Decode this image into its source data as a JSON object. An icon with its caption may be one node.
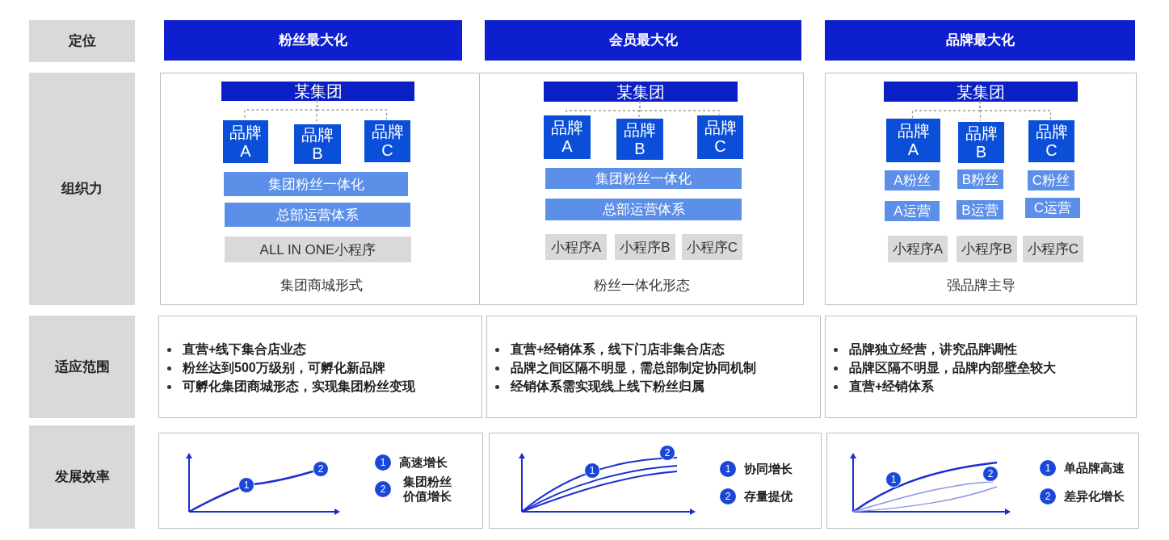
{
  "diagram": {
    "nodes": [
      {
        "text": [
          "定位"
        ]
      },
      {
        "text": [
          "粉丝最大化"
        ]
      },
      {
        "text": [
          "会员最大化"
        ]
      },
      {
        "text": [
          "品牌最大化"
        ]
      },
      {
        "text": [
          "组织力"
        ]
      },
      {
        "text": [
          "集团商城形式"
        ]
      },
      {
        "text": [
          "某集团"
        ],
        "in": 5
      },
      {
        "text": [
          "品牌 A"
        ],
        "in": 5
      },
      {
        "text": [
          "品牌 B"
        ],
        "in": 5
      },
      {
        "text": [
          "品牌 C"
        ],
        "in": 5
      },
      {
        "text": [
          "集团粉丝一体化"
        ],
        "in": 5
      },
      {
        "text": [
          "总部运营体系"
        ],
        "in": 5
      },
      {
        "text": [
          "ALL IN ONE小程序"
        ],
        "in": 5
      },
      {
        "text": [
          "粉丝一体化形态"
        ]
      },
      {
        "text": [
          "某集团"
        ],
        "in": 13
      },
      {
        "text": [
          "品牌 A"
        ],
        "in": 13
      },
      {
        "text": [
          "品牌 B"
        ],
        "in": 13
      },
      {
        "text": [
          "品牌 C"
        ],
        "in": 13
      },
      {
        "text": [
          "集团粉丝一体化"
        ],
        "in": 13
      },
      {
        "text": [
          "总部运营体系"
        ],
        "in": 13
      },
      {
        "text": [
          "小程序A"
        ],
        "in": 13
      },
      {
        "text": [
          "小程序B"
        ],
        "in": 13
      },
      {
        "text": [
          "小程序C"
        ],
        "in": 13
      },
      {
        "text": [
          "强品牌主导"
        ]
      },
      {
        "text": [
          "某集团"
        ],
        "in": 23
      },
      {
        "text": [
          "品牌 A"
        ],
        "in": 23
      },
      {
        "text": [
          "品牌 B"
        ],
        "in": 23
      },
      {
        "text": [
          "品牌 C"
        ],
        "in": 23
      },
      {
        "text": [
          "A粉丝"
        ],
        "in": 23
      },
      {
        "text": [
          "B粉丝"
        ],
        "in": 23
      },
      {
        "text": [
          "C粉丝"
        ],
        "in": 23
      },
      {
        "text": [
          "A运营"
        ],
        "in": 23
      },
      {
        "text": [
          "B运营"
        ],
        "in": 23
      },
      {
        "text": [
          "C运营"
        ],
        "in": 23
      },
      {
        "text": [
          "小程序A"
        ],
        "in": 23
      },
      {
        "text": [
          "小程序B"
        ],
        "in": 23
      },
      {
        "text": [
          "小程序C"
        ],
        "in": 23
      },
      {
        "text": [
          "适应范围"
        ]
      },
      {
        "text": [
          "直营+线下集合店业态",
          "粉丝达到500万级别，可孵化新品牌",
          "可孵化集团商城形态，实现集团粉丝变现"
        ]
      },
      {
        "text": [
          "直营+经销体系，线下门店非集合店态",
          "品牌之间区隔不明显，需总部制定协同机制",
          "经销体系需实现线上线下粉丝归属"
        ]
      },
      {
        "text": [
          "品牌独立经营，讲究品牌调性",
          "品牌区隔不明显，品牌内部壁垒较大",
          "直营+经销体系"
        ]
      },
      {
        "text": [
          "发展效率"
        ]
      },
      {
        "text": [],
        "shape": "picture"
      },
      {
        "text": [],
        "shape": "picture"
      },
      {
        "text": [],
        "shape": "picture"
      },
      {
        "text": [
          "1"
        ],
        "in": 42
      },
      {
        "text": [
          "2"
        ],
        "in": 42
      },
      {
        "text": [
          "1"
        ],
        "in": 42,
        "beside": [
          "高速增长"
        ]
      },
      {
        "text": [
          "2"
        ],
        "in": 42,
        "beside": [
          "集团粉丝价值增长"
        ]
      },
      {
        "text": [
          "1"
        ],
        "in": 43
      },
      {
        "text": [
          "2"
        ],
        "in": 43
      },
      {
        "text": [
          "1"
        ],
        "in": 43,
        "beside": [
          "协同增长"
        ]
      },
      {
        "text": [
          "2"
        ],
        "in": 43,
        "beside": [
          "存量提优"
        ]
      },
      {
        "text": [
          "1"
        ],
        "in": 44
      },
      {
        "text": [
          "2"
        ],
        "in": 44
      },
      {
        "text": [
          "1"
        ],
        "in": 44,
        "beside": [
          "单品牌高速"
        ]
      },
      {
        "text": [
          "2"
        ],
        "in": 44,
        "beside": [
          "差异化增长"
        ]
      }
    ],
    "edges": [
      {
        "from": 6,
        "to": 7,
        "arrow": "none",
        "style": "dashed"
      },
      {
        "from": 6,
        "to": 8,
        "arrow": "none",
        "style": "dashed"
      },
      {
        "from": 6,
        "to": 9,
        "arrow": "none",
        "style": "dashed"
      },
      {
        "from": 14,
        "to": 15,
        "arrow": "none",
        "style": "dashed"
      },
      {
        "from": 14,
        "to": 16,
        "arrow": "none",
        "style": "dashed"
      },
      {
        "from": 14,
        "to": 17,
        "arrow": "none",
        "style": "dashed"
      },
      {
        "from": 24,
        "to": 25,
        "arrow": "none",
        "style": "dashed"
      },
      {
        "from": 24,
        "to": 26,
        "arrow": "none",
        "style": "dashed"
      },
      {
        "from": 24,
        "to": 27,
        "arrow": "none",
        "style": "dashed"
      }
    ]
  }
}
